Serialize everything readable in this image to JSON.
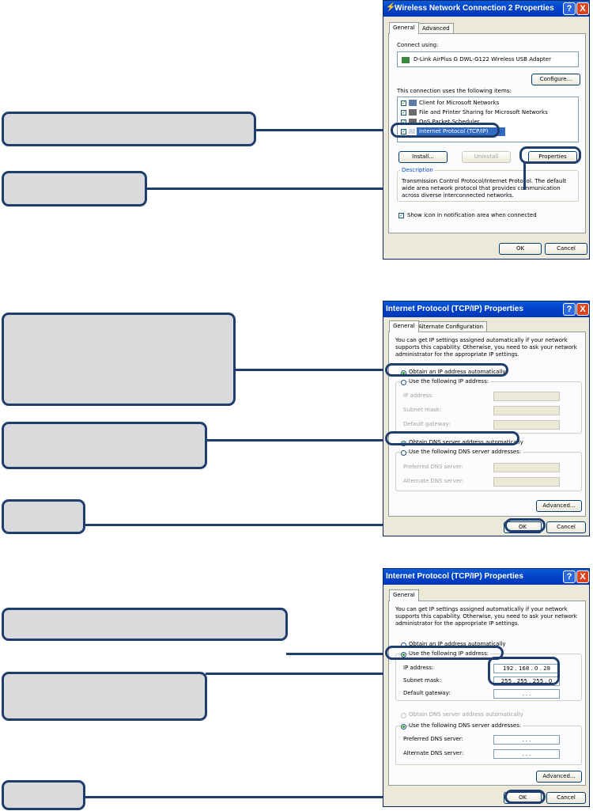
{
  "dialog1": {
    "title": "Wireless Network Connection 2 Properties",
    "help_btn": "?",
    "close_btn": "X",
    "tabs": [
      "General",
      "Advanced"
    ],
    "connect_using_label": "Connect using:",
    "adapter_name": "D-Link AirPlus G DWL-G122 Wireless USB Adapter",
    "configure_btn": "Configure...",
    "items_label": "This connection uses the following items:",
    "items": [
      "Client for Microsoft Networks",
      "File and Printer Sharing for Microsoft Networks",
      "QoS Packet Scheduler",
      "Internet Protocol (TCP/IP)"
    ],
    "install_btn": "Install...",
    "uninstall_btn": "Uninstall",
    "properties_btn": "Properties",
    "description_label": "Description",
    "description_text": "Transmission Control Protocol/Internet Protocol. The default wide area network protocol that provides communication across diverse interconnected networks.",
    "show_icon_label": "Show icon in notification area when connected",
    "ok_btn": "OK",
    "cancel_btn": "Cancel"
  },
  "dialog2": {
    "title": "Internet Protocol (TCP/IP) Properties",
    "tabs": [
      "General",
      "Alternate Configuration"
    ],
    "intro": "You can get IP settings assigned automatically if your network supports this capability. Otherwise, you need to ask your network administrator for the appropriate IP settings.",
    "obtain_ip": "Obtain an IP address automatically",
    "use_ip": "Use the following IP address:",
    "ip_label": "IP address:",
    "subnet_label": "Subnet mask:",
    "gateway_label": "Default gateway:",
    "obtain_dns": "Obtain DNS server address automatically",
    "use_dns": "Use the following DNS server addresses:",
    "pref_dns_label": "Preferred DNS server:",
    "alt_dns_label": "Alternate DNS server:",
    "advanced_btn": "Advanced...",
    "ok_btn": "OK",
    "cancel_btn": "Cancel"
  },
  "dialog3": {
    "title": "Internet Protocol (TCP/IP) Properties",
    "tabs": [
      "General"
    ],
    "intro": "You can get IP settings assigned automatically if your network supports this capability. Otherwise, you need to ask your network administrator for the appropriate IP settings.",
    "obtain_ip": "Obtain an IP address automatically",
    "use_ip": "Use the following IP address:",
    "ip_label": "IP address:",
    "ip_value": "192 . 168 . 0 . 28",
    "subnet_label": "Subnet mask:",
    "subnet_value": "255 . 255 . 255 . 0",
    "gateway_label": "Default gateway:",
    "gateway_value": ". . .",
    "obtain_dns": "Obtain DNS server address automatically",
    "use_dns": "Use the following DNS server addresses:",
    "pref_dns_label": "Preferred DNS server:",
    "alt_dns_label": "Alternate DNS server:",
    "dns_value": ". . .",
    "advanced_btn": "Advanced...",
    "ok_btn": "OK",
    "cancel_btn": "Cancel"
  },
  "colors": {
    "callout_border": "#1f3e6e",
    "callout_fill": "#d9dadc",
    "xp_title": "#0141c9",
    "dialog_bg": "#ece9d8"
  }
}
